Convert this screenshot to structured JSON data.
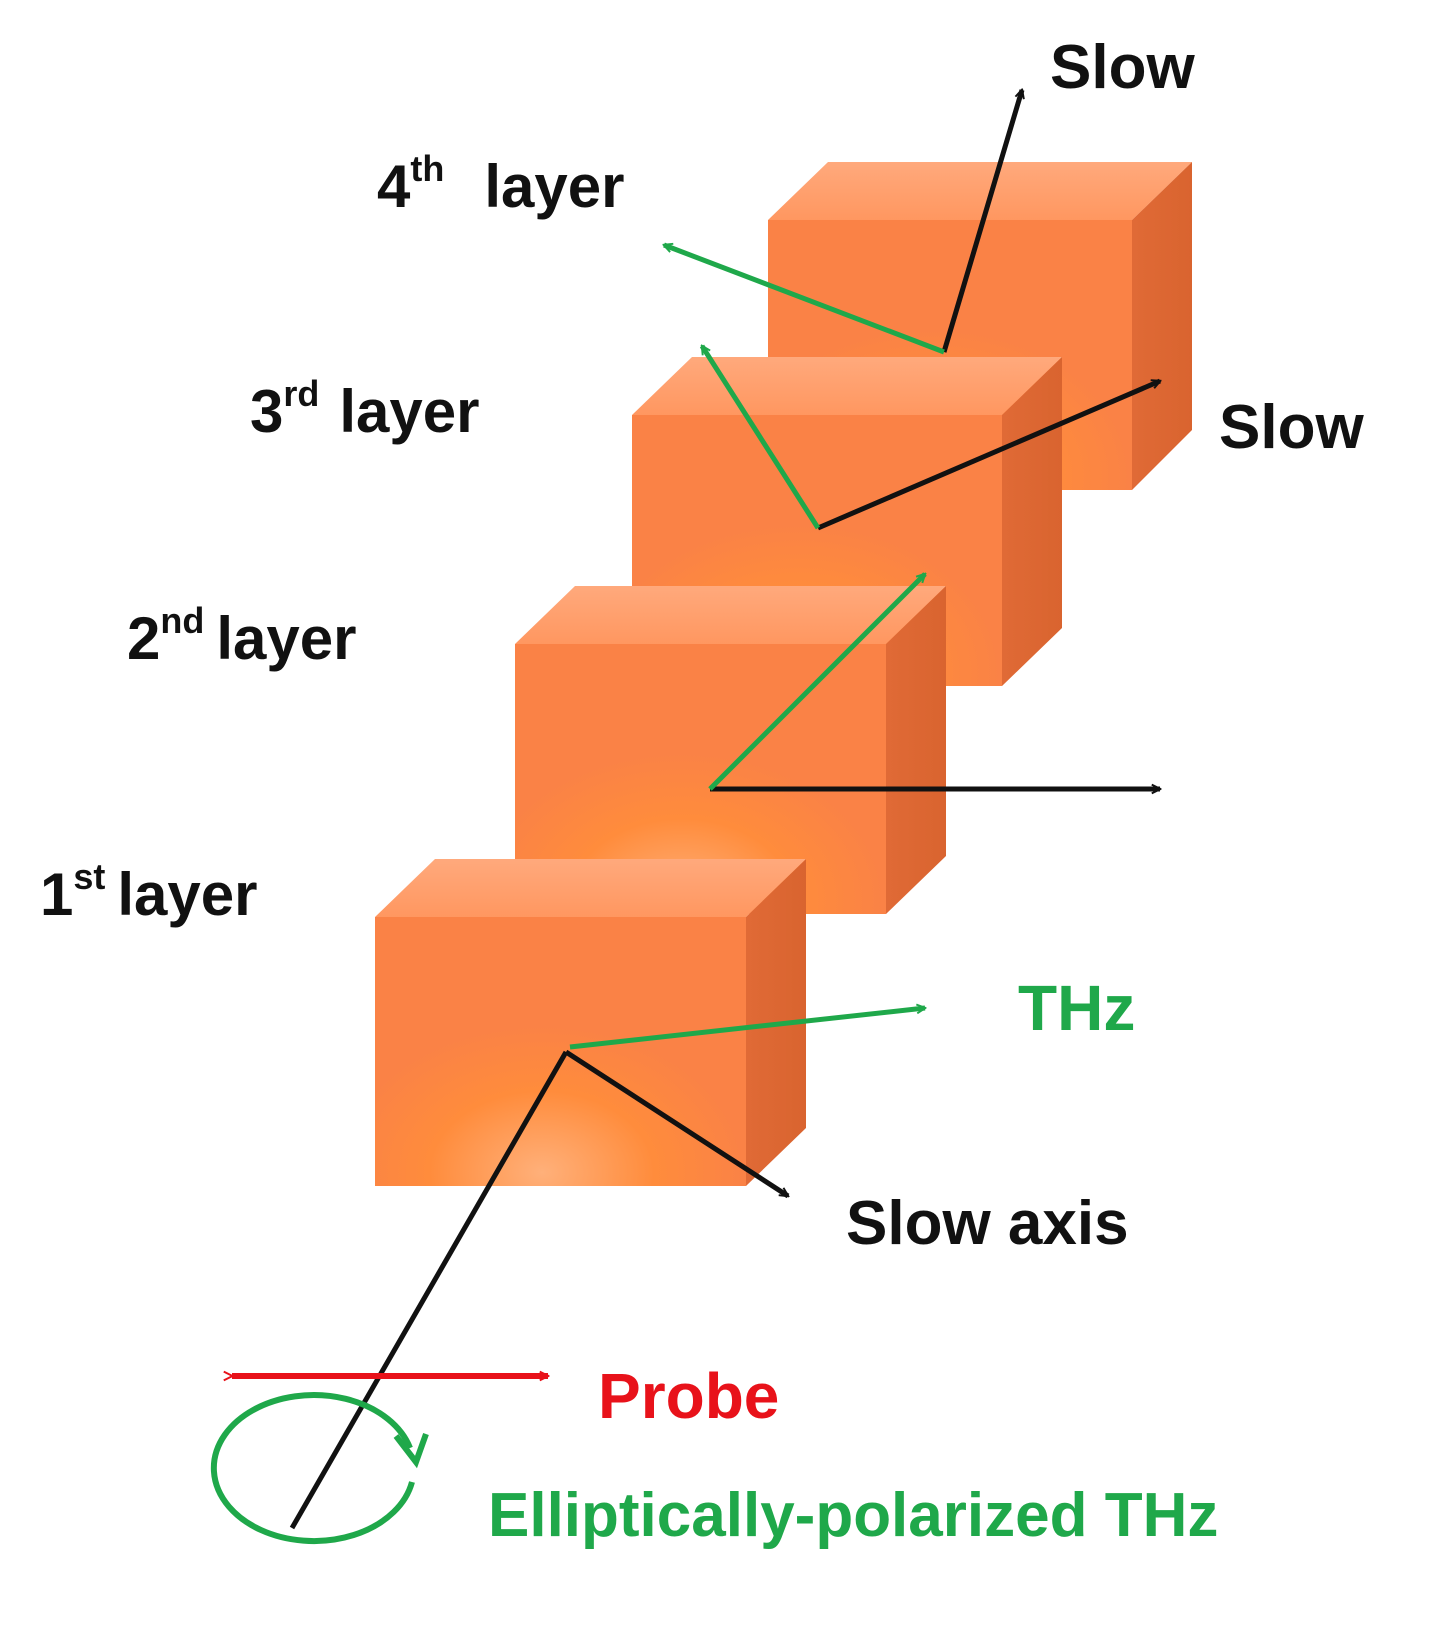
{
  "layers": [
    {
      "num": "1",
      "suffix": "st",
      "word": "layer"
    },
    {
      "num": "2",
      "suffix": "nd",
      "word": "layer"
    },
    {
      "num": "3",
      "suffix": "rd",
      "word": "layer"
    },
    {
      "num": "4",
      "suffix": "th",
      "word": "layer"
    }
  ],
  "labels": {
    "slow_top": "Slow",
    "slow_right": "Slow",
    "slow_axis": "Slow axis",
    "thz": "THz",
    "probe": "Probe",
    "elliptical": "Elliptically-polarized THz"
  },
  "colors": {
    "block_front": "#ff8a45",
    "block_top": "#ffa272",
    "block_side": "#e06c38",
    "thz_green": "#1fa84a",
    "probe_red": "#e8121a",
    "axis_black": "#111111"
  }
}
